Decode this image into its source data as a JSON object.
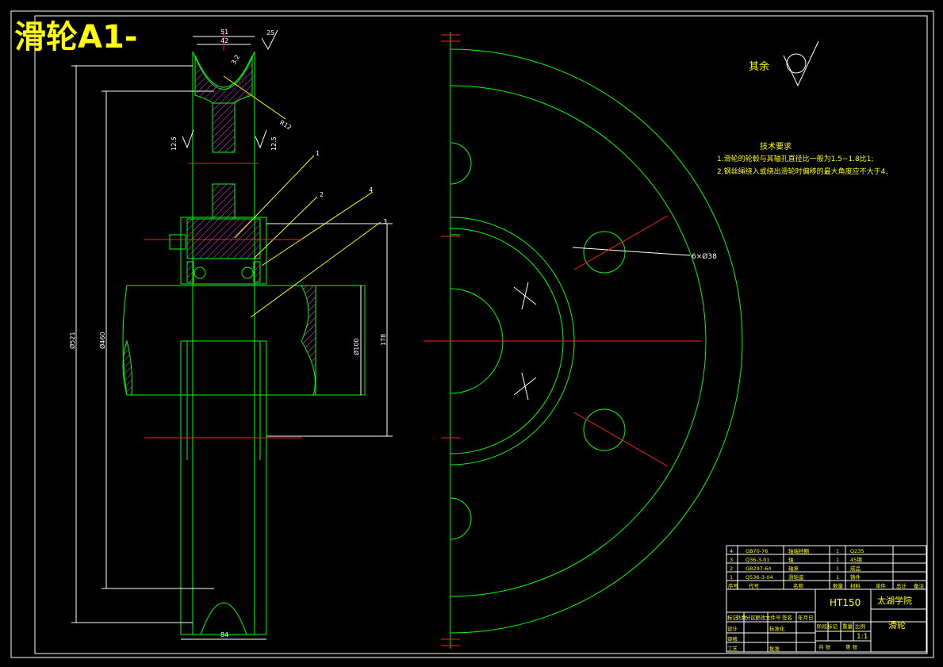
{
  "drawing": {
    "title": "滑轮A1-",
    "rest_roughness_label": "其余",
    "dims": {
      "top_width": "51",
      "top_inner_width": "42",
      "roughness_top": "25",
      "groove_r": "R12",
      "groove_roughness": "3.2",
      "side_roughness_left": "12.5",
      "side_roughness_right": "12.5",
      "dia_outer": "Ø521",
      "dia_groove": "Ø460",
      "dia_shaft": "Ø100",
      "hub_len": "178",
      "bottom_width": "84",
      "holes": "6×Ø38"
    },
    "balloons": [
      "1",
      "2",
      "3",
      "4"
    ],
    "tech_req": {
      "heading": "技术要求",
      "line1": "1.滑轮的轮毂与其轴孔直径比一般为1.5~1.8比1;",
      "line2": "2.钢丝绳绕入或绕出滑轮时偏移的最大角度应不大于4."
    },
    "bom": [
      {
        "no": "4",
        "code": "GB70-76",
        "name": "轴端挡圈",
        "qty": "1",
        "mat": "Q235"
      },
      {
        "no": "3",
        "code": "Q36-3-01",
        "name": "轴",
        "qty": "1",
        "mat": "45钢"
      },
      {
        "no": "2",
        "code": "GB297-64",
        "name": "轴承",
        "qty": "1",
        "mat": "成品"
      },
      {
        "no": "1",
        "code": "Q536-3-04",
        "name": "滑轮座",
        "qty": "1",
        "mat": "铸件"
      }
    ],
    "bom_header": [
      "序号",
      "代号",
      "名称",
      "数量",
      "材料",
      "单件",
      "总计",
      "备注"
    ],
    "title_block": {
      "material": "HT150",
      "school": "太湖学院",
      "part_name": "滑轮",
      "scale": "1:1",
      "design": "设计",
      "review": "审核",
      "craft": "工艺",
      "approve": "批准",
      "mark": "标记",
      "count": "处数",
      "zone": "分区",
      "doc": "更改文件号",
      "sign": "签名",
      "date": "年月日",
      "stage": "阶段标记",
      "weight": "重量",
      "scale_label": "比例",
      "sheets": "共 张",
      "sheet": "第 张",
      "standard": "标准化"
    }
  }
}
